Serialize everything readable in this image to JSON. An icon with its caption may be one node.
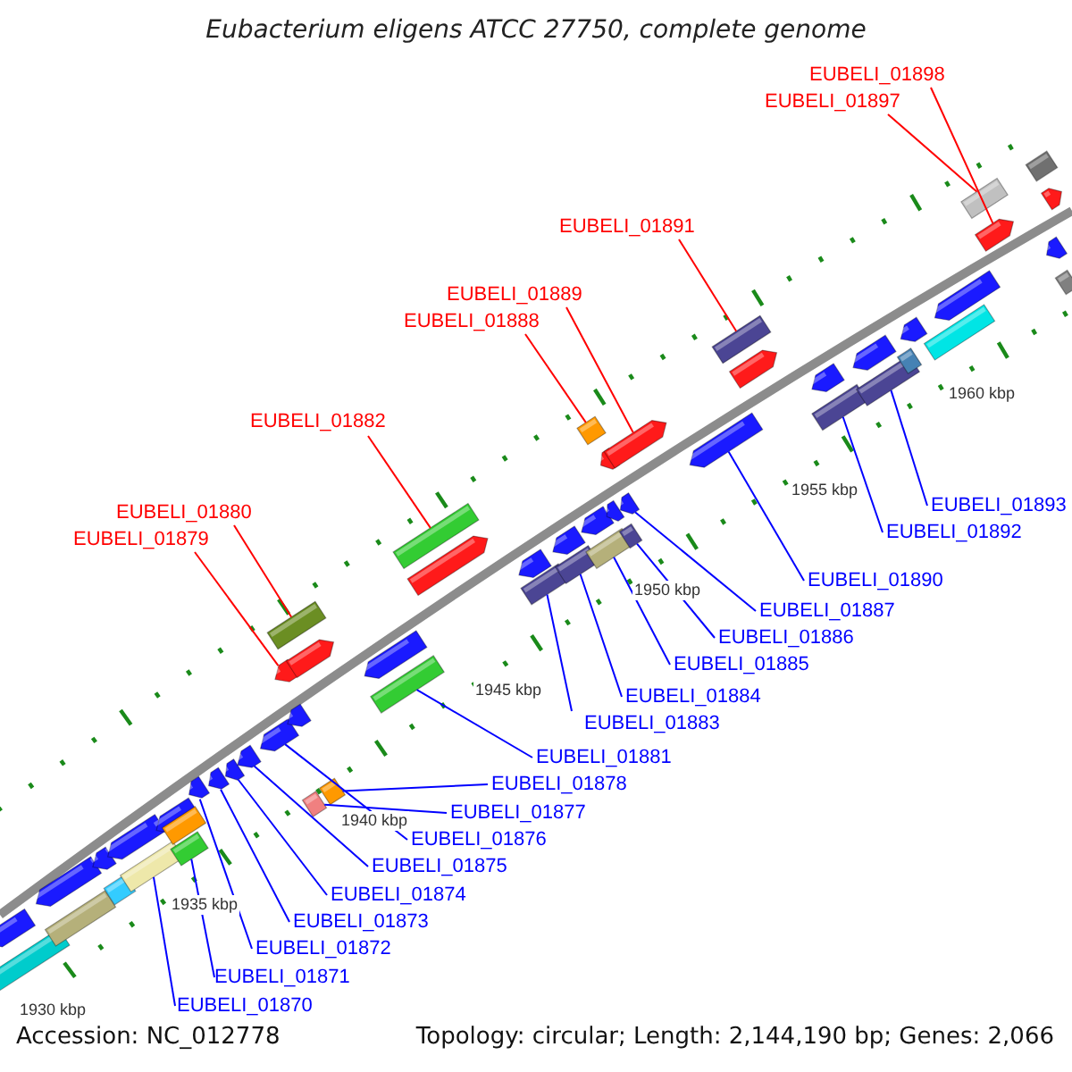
{
  "diagram": {
    "title": "Eubacterium eligens ATCC 27750, complete genome",
    "nodes": [
      {
        "text": [
          "EUBELI_01898"
        ]
      },
      {
        "text": [
          "EUBELI_01897"
        ]
      },
      {
        "text": [
          "EUBELI_01891"
        ]
      },
      {
        "text": [
          "EUBELI_01889"
        ]
      },
      {
        "text": [
          "EUBELI_01888"
        ]
      },
      {
        "text": [
          "EUBELI_01882"
        ]
      },
      {
        "text": [
          "EUBELI_01893"
        ]
      },
      {
        "text": [
          "EUBELI_01880"
        ]
      },
      {
        "text": [
          "EUBELI_01892"
        ]
      },
      {
        "text": [
          "EUBELI_01879"
        ]
      },
      {
        "text": [
          "EUBELI_01890"
        ]
      },
      {
        "text": [
          "EUBELI_01887"
        ]
      },
      {
        "text": [
          "EUBELI_01886"
        ]
      },
      {
        "text": [
          "EUBELI_01885"
        ]
      },
      {
        "text": [
          "EUBELI_01884"
        ]
      },
      {
        "text": [
          "EUBELI_01883"
        ]
      },
      {
        "text": [
          "EUBELI_01881"
        ]
      },
      {
        "text": [
          "EUBELI_01878"
        ]
      },
      {
        "text": [
          "EUBELI_01877"
        ]
      },
      {
        "text": [
          "EUBELI_01876"
        ]
      },
      {
        "text": [
          "EUBELI_01875"
        ]
      },
      {
        "text": [
          "EUBELI_01874"
        ]
      },
      {
        "text": [
          "EUBELI_01873"
        ]
      },
      {
        "text": [
          "EUBELI_01872"
        ]
      },
      {
        "text": [
          "EUBELI_01871"
        ]
      },
      {
        "text": [
          "EUBELI_01870"
        ]
      },
      {
        "text": [],
        "shape": "pentagon"
      },
      {
        "text": [],
        "shape": "bar"
      },
      {
        "text": [],
        "shape": "pentagon"
      },
      {
        "text": [],
        "shape": "bar"
      },
      {
        "text": [],
        "shape": "pentagon"
      },
      {
        "text": [],
        "shape": "bar"
      },
      {
        "text": [],
        "shape": "pentagon"
      },
      {
        "text": [],
        "shape": "bar"
      },
      {
        "text": [],
        "shape": "pentagon"
      },
      {
        "text": [],
        "shape": "bar"
      },
      {
        "text": [],
        "shape": "bar"
      },
      {
        "text": [],
        "shape": "pentagon"
      },
      {
        "text": [],
        "shape": "pentagon"
      },
      {
        "text": [],
        "shape": "pentagon"
      },
      {
        "text": [],
        "shape": "pentagon"
      },
      {
        "text": [],
        "shape": "bar"
      },
      {
        "text": [],
        "shape": "bar"
      },
      {
        "text": [],
        "shape": "pentagon"
      },
      {
        "text": [],
        "shape": "pentagon"
      },
      {
        "text": [],
        "shape": "pentagon"
      },
      {
        "text": [],
        "shape": "bar"
      },
      {
        "text": [],
        "shape": "pentagon"
      },
      {
        "text": [],
        "shape": "pentagon"
      },
      {
        "text": [],
        "shape": "bar"
      },
      {
        "text": [],
        "shape": "bar"
      },
      {
        "text": [],
        "shape": "pentagon"
      },
      {
        "text": [],
        "shape": "pentagon"
      },
      {
        "text": [],
        "shape": "bar"
      },
      {
        "text": [],
        "shape": "pentagon"
      },
      {
        "text": [],
        "shape": "bar"
      },
      {
        "text": [],
        "shape": "bar"
      },
      {
        "text": [],
        "shape": "pentagon"
      },
      {
        "text": [],
        "shape": "pentagon"
      },
      {
        "text": [],
        "shape": "bar"
      },
      {
        "text": [],
        "shape": "pentagon"
      },
      {
        "text": [],
        "shape": "pentagon"
      },
      {
        "text": [],
        "shape": "bar"
      },
      {
        "text": [],
        "shape": "pentagon"
      },
      {
        "text": [],
        "shape": "pentagon"
      },
      {
        "text": [],
        "shape": "bar"
      },
      {
        "text": [],
        "shape": "pentagon"
      },
      {
        "text": [],
        "shape": "pentagon"
      },
      {
        "text": [],
        "shape": "bar"
      },
      {
        "text": [],
        "shape": "pentagon"
      },
      {
        "text": [],
        "shape": "bar"
      },
      {
        "text": [],
        "shape": "pentagon"
      },
      {
        "text": [],
        "shape": "bar"
      },
      {
        "text": [],
        "shape": "bar"
      },
      {
        "text": [],
        "shape": "pentagon"
      },
      {
        "text": [],
        "shape": "bar"
      },
      {
        "text": [],
        "shape": "pentagon"
      },
      {
        "text": [],
        "shape": "bar"
      },
      {
        "text": [],
        "shape": "pentagon"
      },
      {
        "text": [],
        "shape": "pentagon"
      },
      {
        "text": [],
        "shape": "bar"
      }
    ],
    "edges": [
      {
        "from": 0,
        "to": 76,
        "arrow": "none",
        "color": "#ff0000"
      },
      {
        "from": 1,
        "to": 75,
        "arrow": "none",
        "color": "#ff0000"
      },
      {
        "from": 2,
        "to": 65,
        "arrow": "none",
        "color": "#ff0000"
      },
      {
        "from": 3,
        "to": 63,
        "arrow": "none",
        "color": "#ff0000"
      },
      {
        "from": 4,
        "to": 56,
        "arrow": "none",
        "color": "#ff0000"
      },
      {
        "from": 5,
        "to": 50,
        "arrow": "none",
        "color": "#ff0000"
      },
      {
        "from": 6,
        "to": 70,
        "arrow": "none"
      },
      {
        "from": 7,
        "to": 46,
        "arrow": "none",
        "color": "#ff0000"
      },
      {
        "from": 8,
        "to": 68,
        "arrow": "none"
      },
      {
        "from": 9,
        "to": 44,
        "arrow": "none",
        "color": "#ff0000"
      },
      {
        "from": 10,
        "to": 64,
        "arrow": "none"
      },
      {
        "from": 11,
        "to": 61,
        "arrow": "none"
      },
      {
        "from": 12,
        "to": 62,
        "arrow": "none"
      },
      {
        "from": 13,
        "to": 59,
        "arrow": "none"
      },
      {
        "from": 14,
        "to": 55,
        "arrow": "none"
      },
      {
        "from": 15,
        "to": 53,
        "arrow": "none"
      },
      {
        "from": 16,
        "to": 49,
        "arrow": "none"
      },
      {
        "from": 17,
        "to": 42,
        "arrow": "none"
      },
      {
        "from": 18,
        "to": 41,
        "arrow": "none"
      },
      {
        "from": 19,
        "to": 43,
        "arrow": "none"
      },
      {
        "from": 20,
        "to": 40,
        "arrow": "none"
      },
      {
        "from": 21,
        "to": 39,
        "arrow": "none"
      },
      {
        "from": 22,
        "to": 38,
        "arrow": "none"
      },
      {
        "from": 23,
        "to": 37,
        "arrow": "none"
      },
      {
        "from": 24,
        "to": 36,
        "arrow": "none"
      },
      {
        "from": 25,
        "to": 33,
        "arrow": "none"
      }
    ],
    "labels": [
      "1930 kbp",
      "1935 kbp",
      "1940 kbp",
      "1945 kbp",
      "1950 kbp",
      "1955 kbp",
      "1960 kbp",
      "Accession: NC_012778",
      "Topology: circular; Length: 2,144,190 bp; Genes: 2,066"
    ]
  }
}
